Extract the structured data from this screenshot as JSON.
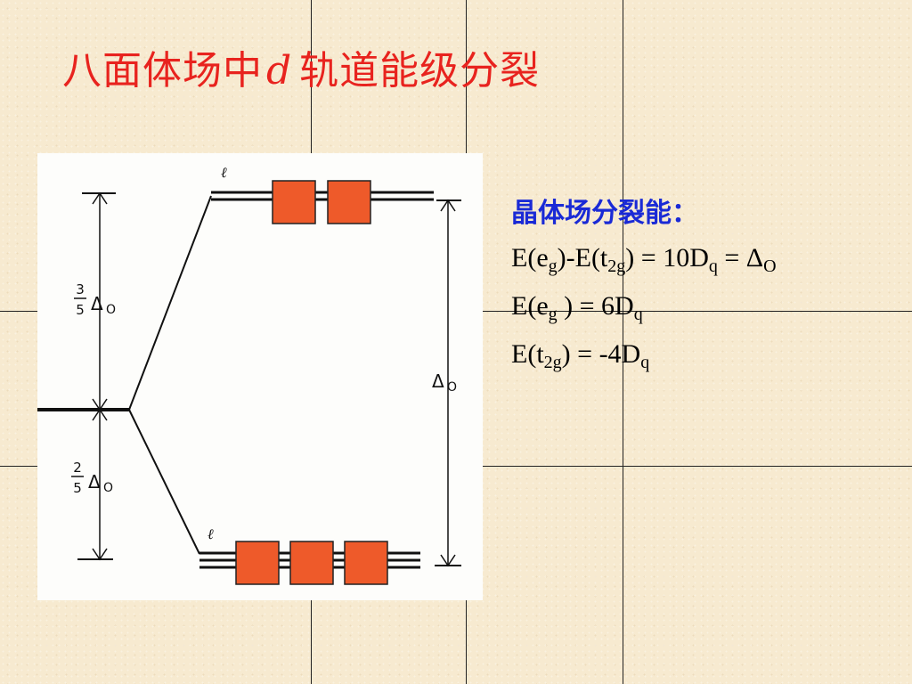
{
  "title": {
    "prefix": "八面体场中",
    "var": "d",
    "suffix": "轨道能级分裂"
  },
  "diagram": {
    "upper_mark": "ℓ",
    "lower_mark": "ℓ",
    "upper_fraction": {
      "num": "3",
      "den": "5",
      "symbol": "Δ",
      "sub": "O"
    },
    "lower_fraction": {
      "num": "2",
      "den": "5",
      "symbol": "Δ",
      "sub": "O"
    },
    "total_gap": {
      "symbol": "Δ",
      "sub": "O"
    },
    "upper_box_count": 2,
    "lower_box_count": 3,
    "box_color": "#ee5a2a"
  },
  "info": {
    "heading": "晶体场分裂能：",
    "eq1": {
      "a": "E(e",
      "a_sub": "g",
      "b": ")-E(t",
      "b_sub": "2g",
      "c": ") = 10D",
      "c_sub": "q",
      "d": " = Δ",
      "d_sub": "O"
    },
    "eq2": {
      "a": "E(e",
      "a_sub": "g",
      "b": " ) =  6D",
      "b_sub": "q"
    },
    "eq3": {
      "a": "E(t",
      "a_sub": "2g",
      "b": ") = -4D",
      "b_sub": "q"
    }
  },
  "colors": {
    "title": "#e8231e",
    "heading": "#1a2ad6",
    "box": "#ee5a2a"
  }
}
